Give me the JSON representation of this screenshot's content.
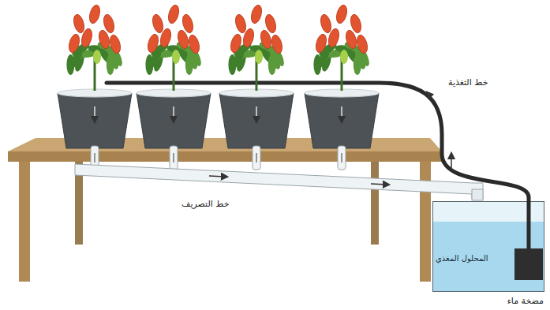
{
  "diagram": {
    "nodes": [
      {
        "text": [
          "المحلول المغذي"
        ]
      }
    ],
    "labels": [
      "خط التغذية",
      "خط التصريف",
      "مضخة ماء"
    ]
  }
}
